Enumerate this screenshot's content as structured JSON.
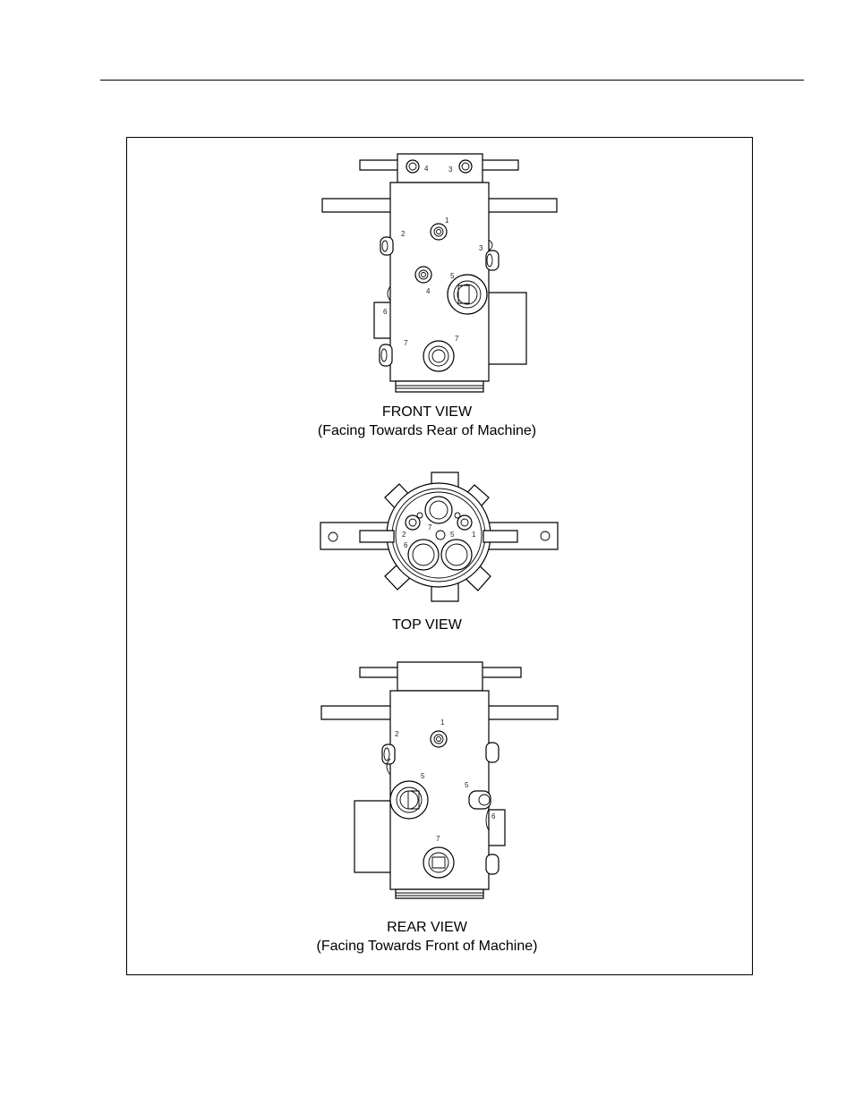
{
  "views": {
    "front": {
      "title": "FRONT VIEW",
      "subtitle": "(Facing Towards Rear of Machine)",
      "port_labels": {
        "p4_top": "4",
        "p3_top": "3",
        "p1": "1",
        "p2": "2",
        "p3": "3",
        "p4": "4",
        "p5": "5",
        "p6": "6",
        "p7_left": "7",
        "p7": "7"
      }
    },
    "top": {
      "title": "TOP VIEW",
      "port_labels": {
        "p2": "2",
        "p6": "6",
        "p7": "7",
        "p5": "5",
        "p1": "1"
      }
    },
    "rear": {
      "title": "REAR VIEW",
      "subtitle": "(Facing Towards Front of Machine)",
      "port_labels": {
        "p1": "1",
        "p2": "2",
        "p5_left": "5",
        "p5_right": "5",
        "p6": "6",
        "p7": "7"
      }
    }
  },
  "colors": {
    "line": "#000000",
    "background": "#ffffff"
  }
}
